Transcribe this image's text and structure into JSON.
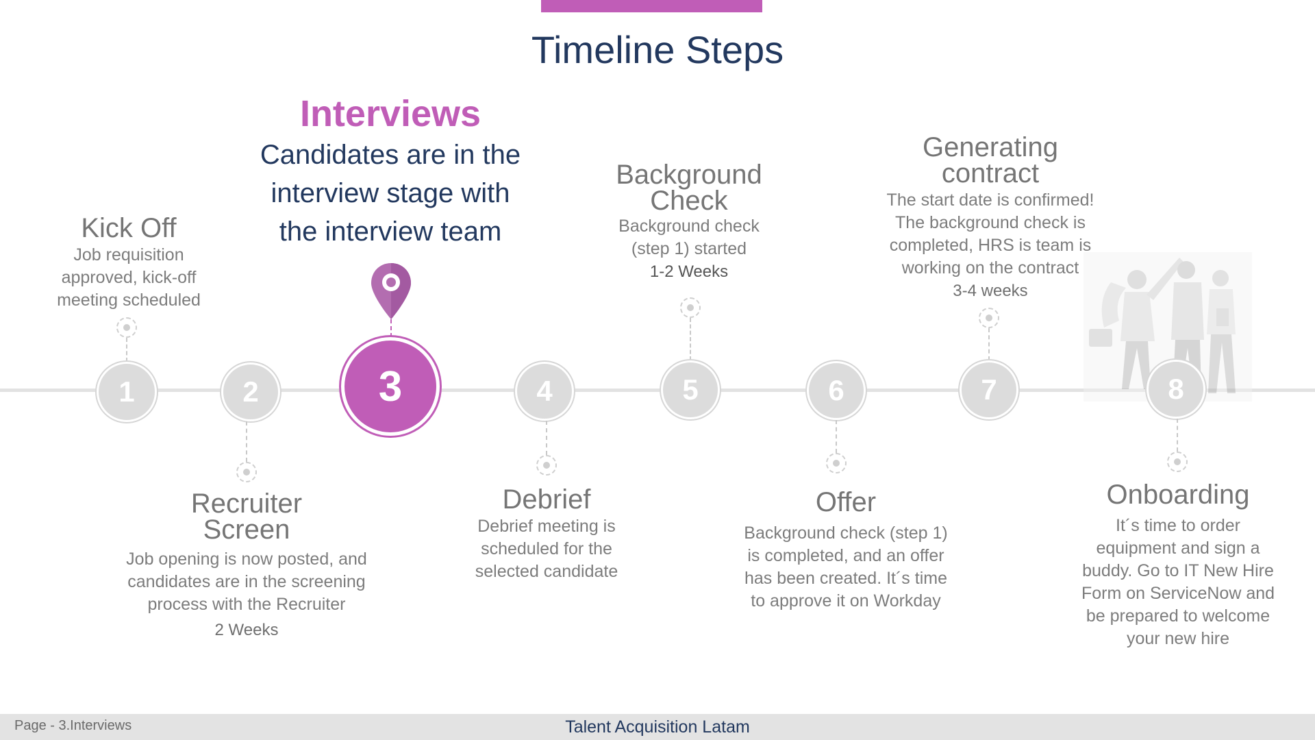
{
  "page": {
    "title": "Timeline Steps"
  },
  "highlight": {
    "title": "Interviews",
    "desc": [
      "Candidates are in the",
      "interview stage with",
      "the interview team"
    ]
  },
  "steps": [
    {
      "number": "1",
      "title": [
        "Kick Off"
      ],
      "desc": [
        "Job requisition",
        "approved, kick-off",
        "meeting scheduled"
      ],
      "duration": ""
    },
    {
      "number": "2",
      "title": [
        "Recruiter",
        "Screen"
      ],
      "desc": [
        "Job opening is now posted, and",
        "candidates are in the screening",
        "process with the Recruiter"
      ],
      "duration": "2 Weeks"
    },
    {
      "number": "3",
      "title": [
        "Interviews"
      ],
      "desc": [
        "Candidates are in the",
        "interview stage with",
        "the interview team"
      ],
      "duration": ""
    },
    {
      "number": "4",
      "title": [
        "Debrief"
      ],
      "desc": [
        "Debrief meeting is",
        "scheduled for the",
        "selected candidate"
      ],
      "duration": ""
    },
    {
      "number": "5",
      "title": [
        "Background",
        "Check"
      ],
      "desc": [
        "Background check",
        "(step 1) started"
      ],
      "duration": "1-2 Weeks"
    },
    {
      "number": "6",
      "title": [
        "Offer"
      ],
      "desc": [
        "Background check (step 1)",
        "is completed, and an offer",
        "has been created. It´s time",
        "to approve it on Workday"
      ],
      "duration": ""
    },
    {
      "number": "7",
      "title": [
        "Generating",
        "contract"
      ],
      "desc": [
        "The start date is confirmed!",
        "The background check is",
        "completed, HRS is team is",
        "working on the contract"
      ],
      "duration": "3-4 weeks"
    },
    {
      "number": "8",
      "title": [
        "Onboarding"
      ],
      "desc": [
        "It´s time to order",
        "equipment and sign a",
        "buddy. Go to IT New Hire",
        "Form on ServiceNow and",
        "be prepared to welcome",
        "your new hire"
      ],
      "duration": ""
    }
  ],
  "footer": {
    "page_label": "Page - 3.Interviews",
    "center": "Talent Acquisition Latam"
  },
  "colors": {
    "accent": "#c05db7",
    "navy": "#22385e",
    "inactive": "#dcdcdc",
    "text_gray": "#757575"
  },
  "icons": {
    "marker": "map-pin-icon",
    "illustration": "team-high-five-illustration"
  }
}
